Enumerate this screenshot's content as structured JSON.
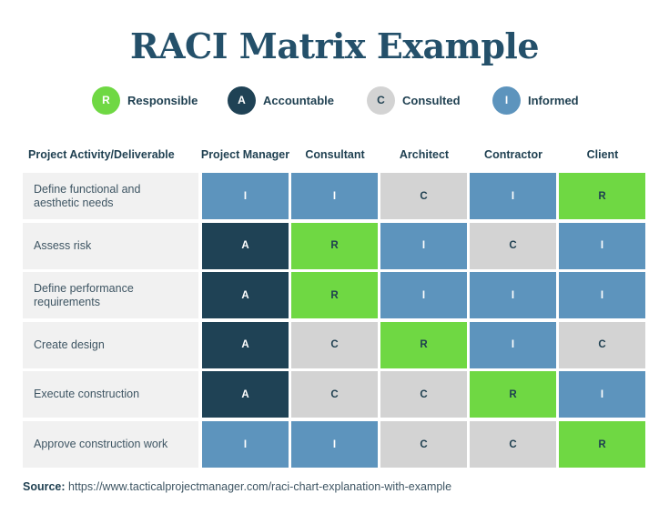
{
  "title": "RACI Matrix Example",
  "legend": [
    {
      "letter": "R",
      "label": "Responsible",
      "color": "#6fd843",
      "text_color": "#ffffff"
    },
    {
      "letter": "A",
      "label": "Accountable",
      "color": "#1f4255",
      "text_color": "#ffffff"
    },
    {
      "letter": "C",
      "label": "Consulted",
      "color": "#d3d3d3",
      "text_color": "#1e3f50"
    },
    {
      "letter": "I",
      "label": "Informed",
      "color": "#5d94bd",
      "text_color": "#ffffff"
    }
  ],
  "table": {
    "headers": [
      "Project Activity/Deliverable",
      "Project Manager",
      "Consultant",
      "Architect",
      "Contractor",
      "Client"
    ],
    "rows": [
      {
        "activity": "Define functional and aesthetic needs",
        "cells": [
          "I",
          "I",
          "C",
          "I",
          "R"
        ]
      },
      {
        "activity": "Assess risk",
        "cells": [
          "A",
          "R",
          "I",
          "C",
          "I"
        ]
      },
      {
        "activity": "Define performance requirements",
        "cells": [
          "A",
          "R",
          "I",
          "I",
          "I"
        ]
      },
      {
        "activity": "Create design",
        "cells": [
          "A",
          "C",
          "R",
          "I",
          "C"
        ]
      },
      {
        "activity": "Execute construction",
        "cells": [
          "A",
          "C",
          "C",
          "R",
          "I"
        ]
      },
      {
        "activity": "Approve construction work",
        "cells": [
          "I",
          "I",
          "C",
          "C",
          "R"
        ]
      }
    ]
  },
  "source": {
    "label": "Source:",
    "url": "https://www.tacticalprojectmanager.com/raci-chart-explanation-with-example"
  },
  "chart_data": {
    "type": "table",
    "title": "RACI Matrix Example",
    "legend": {
      "R": "Responsible",
      "A": "Accountable",
      "C": "Consulted",
      "I": "Informed"
    },
    "columns": [
      "Project Activity/Deliverable",
      "Project Manager",
      "Consultant",
      "Architect",
      "Contractor",
      "Client"
    ],
    "rows": [
      [
        "Define functional and aesthetic needs",
        "I",
        "I",
        "C",
        "I",
        "R"
      ],
      [
        "Assess risk",
        "A",
        "R",
        "I",
        "C",
        "I"
      ],
      [
        "Define performance requirements",
        "A",
        "R",
        "I",
        "I",
        "I"
      ],
      [
        "Create design",
        "A",
        "C",
        "R",
        "I",
        "C"
      ],
      [
        "Execute construction",
        "A",
        "C",
        "C",
        "R",
        "I"
      ],
      [
        "Approve construction work",
        "I",
        "I",
        "C",
        "C",
        "R"
      ]
    ],
    "colors": {
      "R": "#6fd843",
      "A": "#1f4255",
      "C": "#d3d3d3",
      "I": "#5d94bd"
    }
  }
}
